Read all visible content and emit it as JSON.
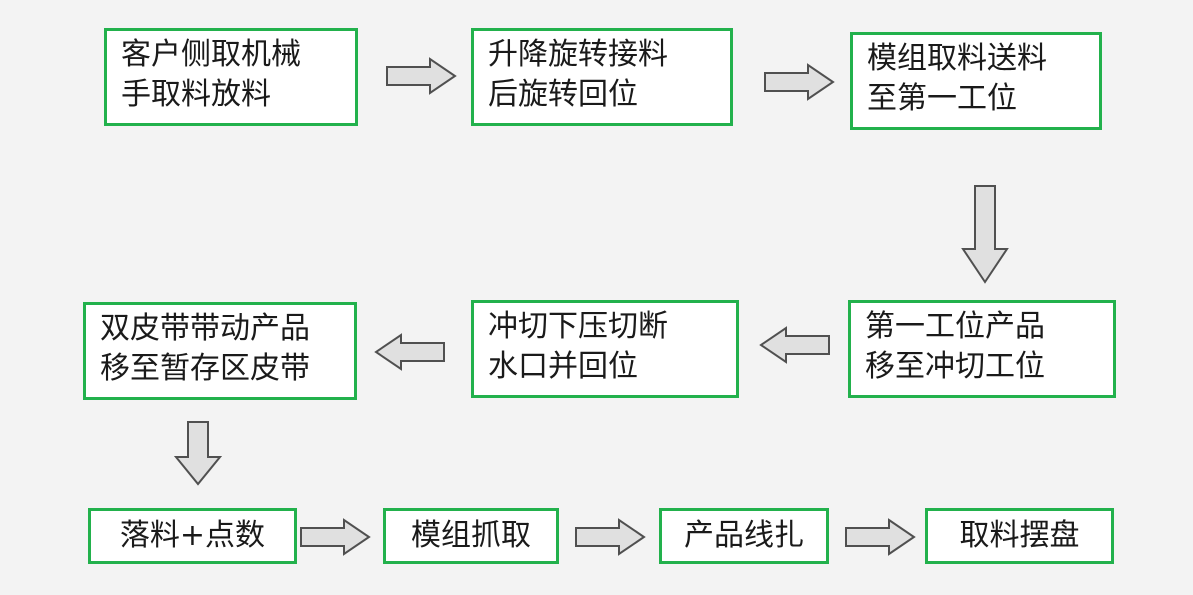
{
  "steps": {
    "s1": {
      "line1": "客户侧取机械",
      "line2": "手取料放料"
    },
    "s2": {
      "line1": "升降旋转接料",
      "line2": "后旋转回位"
    },
    "s3": {
      "line1": "模组取料送料",
      "line2": "至第一工位"
    },
    "s4": {
      "line1": "第一工位产品",
      "line2": "移至冲切工位"
    },
    "s5": {
      "line1": "冲切下压切断",
      "line2": "水口并回位"
    },
    "s6": {
      "line1": "双皮带带动产品",
      "line2": "移至暂存区皮带"
    },
    "s7": {
      "text": "落料+点数"
    },
    "s8": {
      "text": "模组抓取"
    },
    "s9": {
      "text": "产品线扎"
    },
    "s10": {
      "text": "取料摆盘"
    }
  },
  "colors": {
    "box_border": "#22b14c",
    "box_fill": "#ffffff",
    "arrow_fill": "#e0e0e0",
    "arrow_stroke": "#505050",
    "background": "#f3f3f3"
  }
}
